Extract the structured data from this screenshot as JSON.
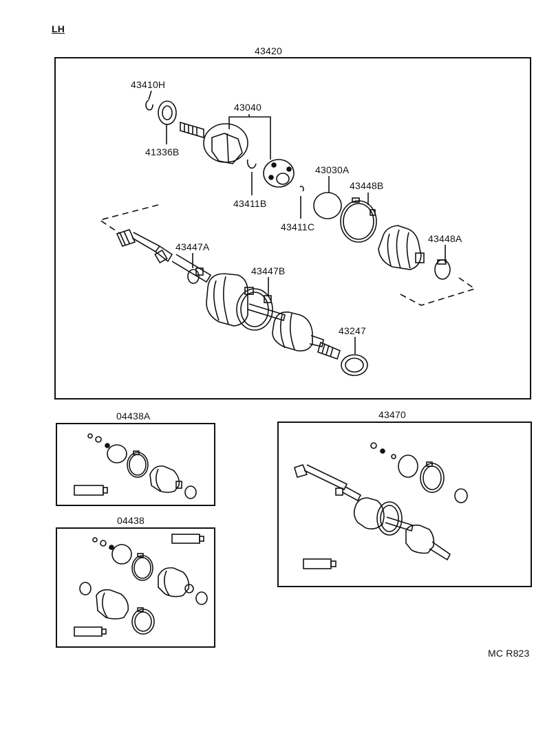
{
  "side_label": "LH",
  "main_assembly": {
    "number": "43420",
    "parts": {
      "p43410H": "43410H",
      "p41336B": "41336B",
      "p43040": "43040",
      "p43411B": "43411B",
      "p43030A": "43030A",
      "p43448B": "43448B",
      "p43411C": "43411C",
      "p43447A": "43447A",
      "p43448A": "43448A",
      "p43447B": "43447B",
      "p43247": "43247"
    }
  },
  "kit_04438A": {
    "number": "04438A"
  },
  "kit_04438": {
    "number": "04438"
  },
  "kit_43470": {
    "number": "43470"
  },
  "ref_code": "MC R823"
}
